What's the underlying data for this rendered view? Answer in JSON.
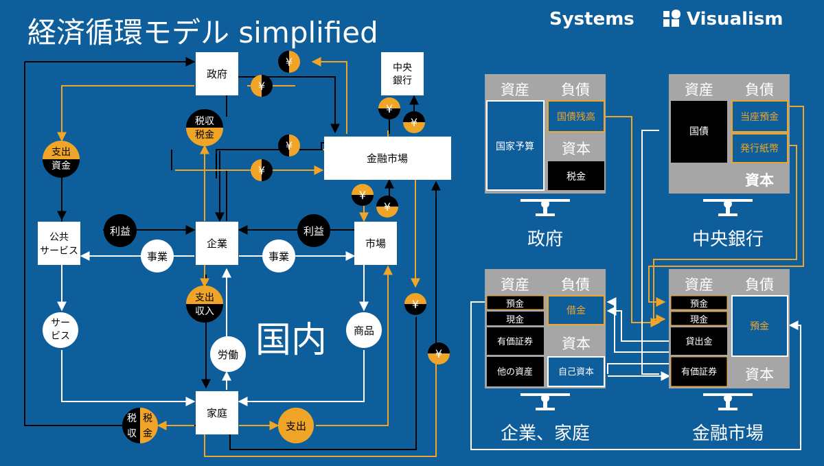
{
  "title": "経済循環モデル simplified",
  "brand": {
    "left": "Systems",
    "right": "Visualism"
  },
  "nodes": {
    "government": "政府",
    "central_bank": [
      "中央",
      "銀行"
    ],
    "financial_market": "金融市場",
    "public_service": [
      "公共",
      "サービス"
    ],
    "company": "企業",
    "market": "市場",
    "household": "家庭"
  },
  "flow_labels": {
    "profit": "利益",
    "business": "事業",
    "service": [
      "サー",
      "ビス"
    ],
    "goods": "商品",
    "labor": "労働",
    "spending": "支出",
    "spending_funds": [
      "支出",
      "資金"
    ],
    "tax": [
      "税収",
      "税金"
    ],
    "spending_income": [
      "支出",
      "収入"
    ],
    "household_tax": [
      "税",
      "収",
      "税",
      "金"
    ],
    "yen": "¥"
  },
  "domestic_label": "国内",
  "balance_sheets": {
    "government": {
      "title": "政府",
      "assets_header": "資産",
      "liabilities_header": "負債",
      "capital_header": "資本",
      "assets": [
        "国家予算"
      ],
      "liabilities": [
        "国債残高"
      ],
      "capital": [
        "税金"
      ]
    },
    "central_bank": {
      "title": "中央銀行",
      "assets_header": "資産",
      "liabilities_header": "負債",
      "capital_header": "資本",
      "assets": [
        "国債"
      ],
      "liabilities": [
        "当座預金",
        "発行紙幣"
      ]
    },
    "company_household": {
      "title": "企業、家庭",
      "assets_header": "資産",
      "liabilities_header": "負債",
      "capital_header": "資本",
      "assets": [
        "預金",
        "現金",
        "有価証券",
        "他の資産"
      ],
      "liabilities": [
        "借金"
      ],
      "capital": [
        "自己資本"
      ]
    },
    "financial_market": {
      "title": "金融市場",
      "assets_header": "資産",
      "liabilities_header": "負債",
      "capital_header": "資本",
      "assets": [
        "預金",
        "現金",
        "貸出金",
        "有価証券"
      ],
      "liabilities": [
        "預金"
      ]
    }
  },
  "colors": {
    "background": "#0f5e9c",
    "orange": "#f0a528",
    "black": "#000000",
    "white": "#ffffff",
    "gray": "#a6a6a6"
  }
}
